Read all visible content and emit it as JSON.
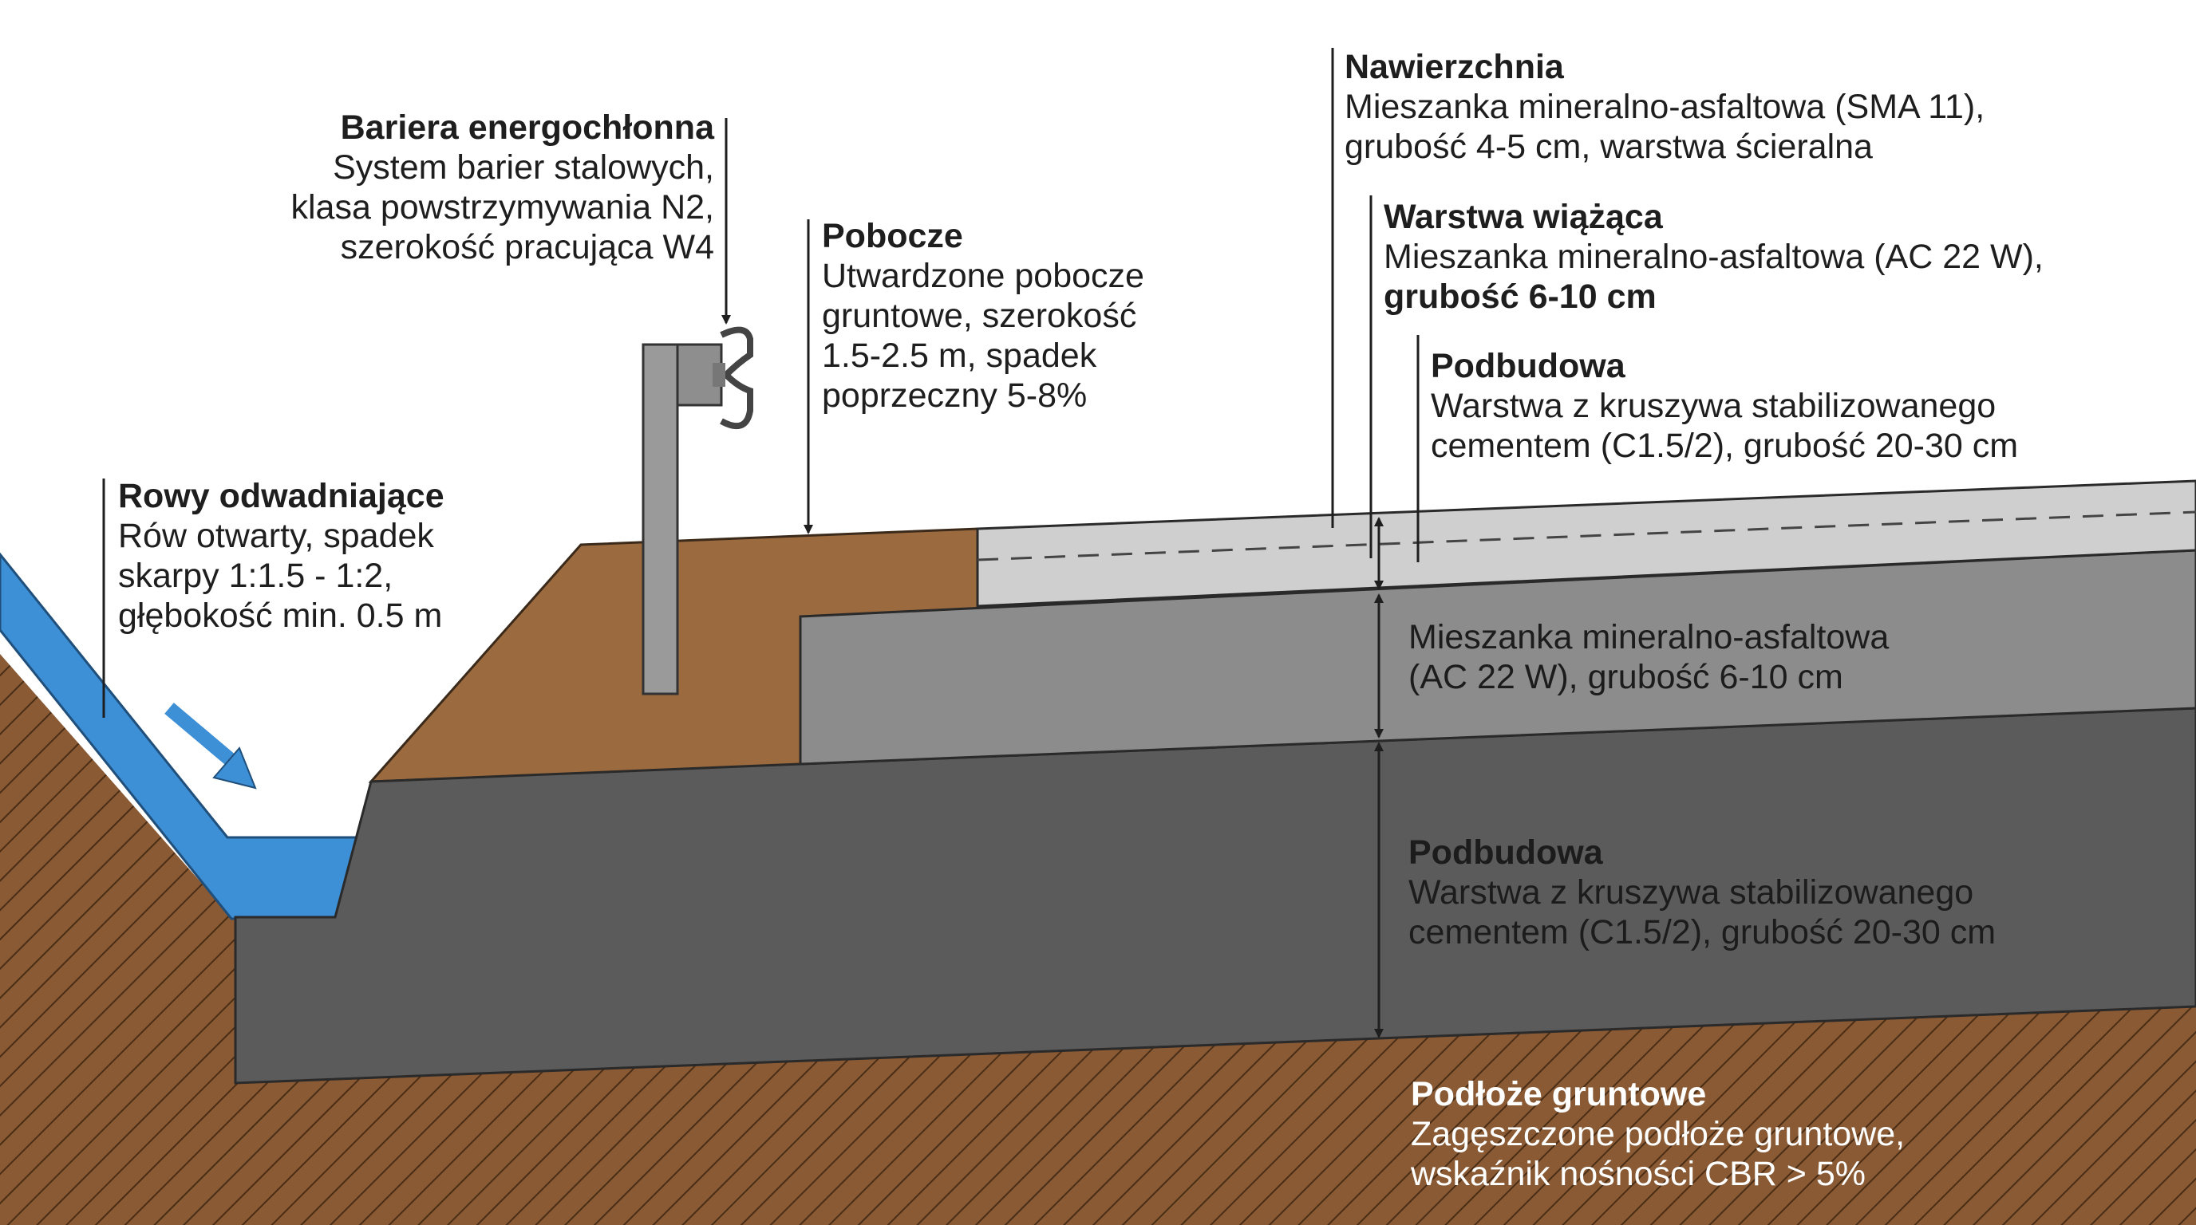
{
  "colors": {
    "soil": "#8a5a35",
    "soil_hatch": "#4e3018",
    "shoulder": "#9b6a3e",
    "water": "#3d8fd6",
    "wearing_course": "#cfcfcf",
    "binder_course": "#8c8c8c",
    "base_course": "#5b5b5b",
    "barrier": "#9a9a9a"
  },
  "labels": {
    "bariera": {
      "title": "Bariera energochłonna",
      "lines": [
        "System barier stalowych,",
        "klasa powstrzymywania N2,",
        "szerokość pracująca W4"
      ]
    },
    "pobocze": {
      "title": "Pobocze",
      "lines": [
        "Utwardzone pobocze",
        "gruntowe, szerokość",
        "1.5-2.5 m, spadek",
        "poprzeczny 5-8%"
      ]
    },
    "rowy": {
      "title": "Rowy odwadniające",
      "lines": [
        "Rów otwarty, spadek",
        "skarpy 1:1.5 - 1:2,",
        "głębokość min. 0.5 m"
      ]
    },
    "nawierzchnia": {
      "title": "Nawierzchnia",
      "lines": [
        "Mieszanka mineralno-asfaltowa (SMA 11),",
        "grubość 4-5 cm, warstwa ścieralna"
      ]
    },
    "wiazaca": {
      "title": "Warstwa wiążąca",
      "line1": "Mieszanka mineralno-asfaltowa (AC 22 W),",
      "line2": "grubość 6-10 cm"
    },
    "podbudowa_top": {
      "title": "Podbudowa",
      "lines": [
        "Warstwa z kruszywa stabilizowanego",
        "cementem (C1.5/2), grubość 20-30 cm"
      ]
    },
    "binder_layer": {
      "lines": [
        "Mieszanka mineralno-asfaltowa",
        "(AC 22 W), grubość 6-10 cm"
      ]
    },
    "base_layer": {
      "title": "Podbudowa",
      "lines": [
        "Warstwa z kruszywa stabilizowanego",
        "cementem (C1.5/2), grubość 20-30 cm"
      ]
    },
    "podloze": {
      "title": "Podłoże gruntowe",
      "lines": [
        "Zagęszczone podłoże gruntowe,",
        "wskaźnik nośności CBR > 5%"
      ]
    }
  }
}
